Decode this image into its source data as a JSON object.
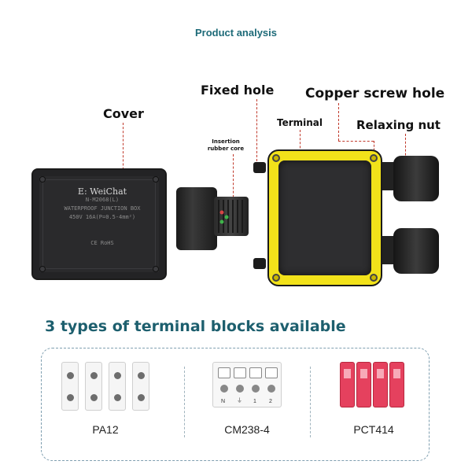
{
  "page": {
    "title": "Product analysis"
  },
  "callouts": {
    "cover": "Cover",
    "fixed_hole": "Fixed hole",
    "copper_screw_hole": "Copper screw hole",
    "terminal": "Terminal",
    "relaxing_nut": "Relaxing nut",
    "insertion_line1": "Insertion",
    "insertion_line2": "rubber core"
  },
  "cover_plate": {
    "brand": "E: WeiChat",
    "model": "N-M2068(L)",
    "product": "WATERPROOF JUNCTION BOX",
    "rating": "450V  16A(P=0.5-4mm²)",
    "marks": "CE  RoHS"
  },
  "section": {
    "heading": "3 types of terminal blocks available"
  },
  "terminal_blocks": [
    {
      "label": "PA12"
    },
    {
      "label": "CM238-4"
    },
    {
      "label": "PCT414"
    }
  ],
  "cm238_marks": [
    "N",
    "⏚",
    "1",
    "2"
  ],
  "colors": {
    "accent": "#1d6a78",
    "box_yellow": "#f2e21a",
    "pct_red": "#e5415e",
    "leader": "#c0392b"
  },
  "icons": [
    "ground-symbol-icon",
    "screw-icon"
  ]
}
